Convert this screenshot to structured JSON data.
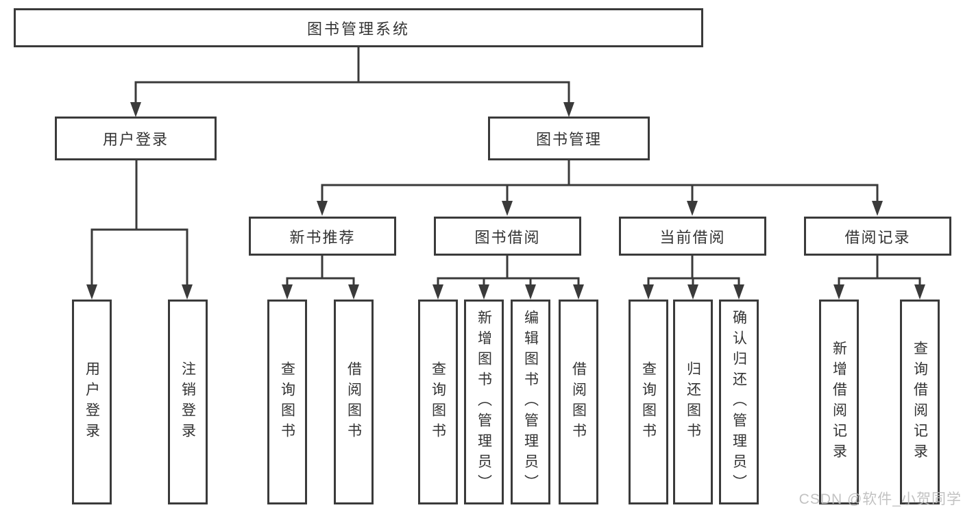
{
  "diagram": {
    "type": "tree",
    "title": "图书管理系统",
    "watermark": "CSDN @软件_小贺同学",
    "colors": {
      "line": "#3a3a3a",
      "border": "#3a3a3a",
      "text": "#333333",
      "background": "#ffffff",
      "watermark": "#bdbdbd"
    },
    "nodes": {
      "root": "图书管理系统",
      "user_login": "用户登录",
      "book_mgmt": "图书管理",
      "new_book_rec": "新书推荐",
      "book_borrow": "图书借阅",
      "current_borrow": "当前借阅",
      "borrow_records": "借阅记录",
      "leaf_user_login": "用户登录",
      "leaf_logout": "注销登录",
      "rec_query_books": "查询图书",
      "rec_borrow_books": "借阅图书",
      "bb_query_books": "查询图书",
      "bb_add_books": "新增图书（管理员）",
      "bb_edit_books": "编辑图书（管理员）",
      "bb_borrow_books": "借阅图书",
      "cb_query_books": "查询图书",
      "cb_return_books": "归还图书",
      "cb_confirm_return": "确认归还（管理员）",
      "br_add_record": "新增借阅记录",
      "br_query_record": "查询借阅记录"
    },
    "hierarchy": {
      "label": "图书管理系统",
      "children": [
        {
          "label": "用户登录",
          "children": [
            {
              "label": "用户登录"
            },
            {
              "label": "注销登录"
            }
          ]
        },
        {
          "label": "图书管理",
          "children": [
            {
              "label": "新书推荐",
              "children": [
                {
                  "label": "查询图书"
                },
                {
                  "label": "借阅图书"
                }
              ]
            },
            {
              "label": "图书借阅",
              "children": [
                {
                  "label": "查询图书"
                },
                {
                  "label": "新增图书（管理员）"
                },
                {
                  "label": "编辑图书（管理员）"
                },
                {
                  "label": "借阅图书"
                }
              ]
            },
            {
              "label": "当前借阅",
              "children": [
                {
                  "label": "查询图书"
                },
                {
                  "label": "归还图书"
                },
                {
                  "label": "确认归还（管理员）"
                }
              ]
            },
            {
              "label": "借阅记录",
              "children": [
                {
                  "label": "新增借阅记录"
                },
                {
                  "label": "查询借阅记录"
                }
              ]
            }
          ]
        }
      ]
    }
  }
}
